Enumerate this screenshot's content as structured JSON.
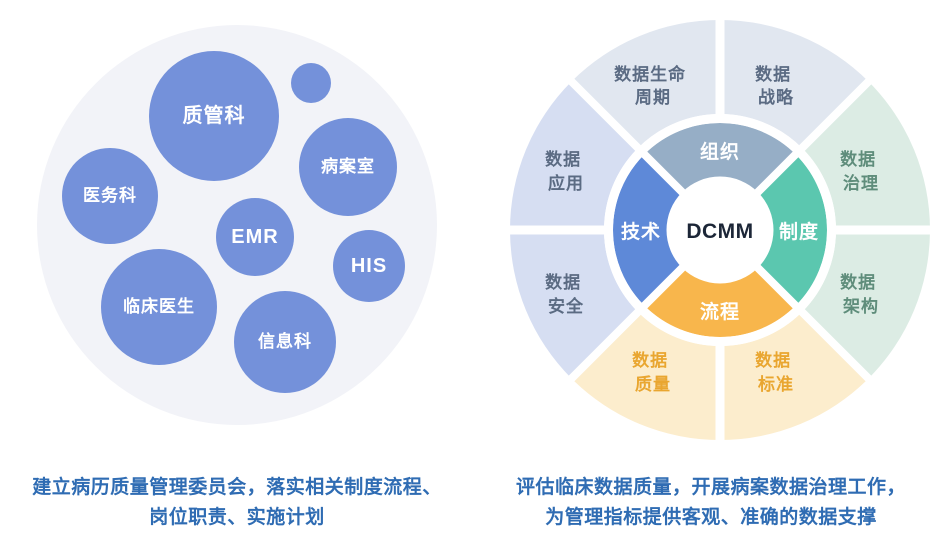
{
  "left_diagram": {
    "bubbles": [
      {
        "name": "quality-management-dept",
        "label": "质管科"
      },
      {
        "name": "medical-records-room",
        "label": "病案室"
      },
      {
        "name": "medical-affairs-dept",
        "label": "医务科"
      },
      {
        "name": "emr-system",
        "label": "EMR"
      },
      {
        "name": "his-system",
        "label": "HIS"
      },
      {
        "name": "clinical-doctors",
        "label": "临床医生"
      },
      {
        "name": "information-dept",
        "label": "信息科"
      }
    ],
    "bubble_color": "#7491da",
    "background_circle_color": "#f2f3f8",
    "caption": {
      "line1": "建立病历质量管理委员会，落实相关制度流程、",
      "line2": "岗位职责、实施计划"
    }
  },
  "right_diagram": {
    "center_label": "DCMM",
    "center_label_color": "#1c2637",
    "inner_segments": [
      {
        "name": "organization",
        "label": "组织",
        "fill": "#96aec6"
      },
      {
        "name": "technology",
        "label": "技术",
        "fill": "#5e89d8"
      },
      {
        "name": "institution",
        "label": "制度",
        "fill": "#5bc7af"
      },
      {
        "name": "process",
        "label": "流程",
        "fill": "#f8b64c"
      }
    ],
    "outer_segments": [
      {
        "name": "data-lifecycle",
        "lines": [
          "数据生命",
          "周期"
        ],
        "fill": "#e1e7f0",
        "text_color": "#5b6b83"
      },
      {
        "name": "data-strategy",
        "lines": [
          "数据",
          "战略"
        ],
        "fill": "#e1e7f0",
        "text_color": "#5b6b83"
      },
      {
        "name": "data-application",
        "lines": [
          "数据",
          "应用"
        ],
        "fill": "#d6def2",
        "text_color": "#5b6b83"
      },
      {
        "name": "data-governance",
        "lines": [
          "数据",
          "治理"
        ],
        "fill": "#dcece4",
        "text_color": "#5f8d7b"
      },
      {
        "name": "data-security",
        "lines": [
          "数据",
          "安全"
        ],
        "fill": "#d6def2",
        "text_color": "#5b6b83"
      },
      {
        "name": "data-architecture",
        "lines": [
          "数据",
          "架构"
        ],
        "fill": "#dcece4",
        "text_color": "#5f8d7b"
      },
      {
        "name": "data-quality",
        "lines": [
          "数据",
          "质量"
        ],
        "fill": "#fcedcd",
        "text_color": "#e9a630"
      },
      {
        "name": "data-standard",
        "lines": [
          "数据",
          "标准"
        ],
        "fill": "#fcedcd",
        "text_color": "#e9a630"
      }
    ],
    "caption": {
      "line1": "评估临床数据质量，开展病案数据治理工作，",
      "line2": "为管理指标提供客观、准确的数据支撑"
    }
  },
  "colors": {
    "caption_text": "#2f6cb3",
    "page_background": "#ffffff",
    "separator": "#ffffff"
  }
}
